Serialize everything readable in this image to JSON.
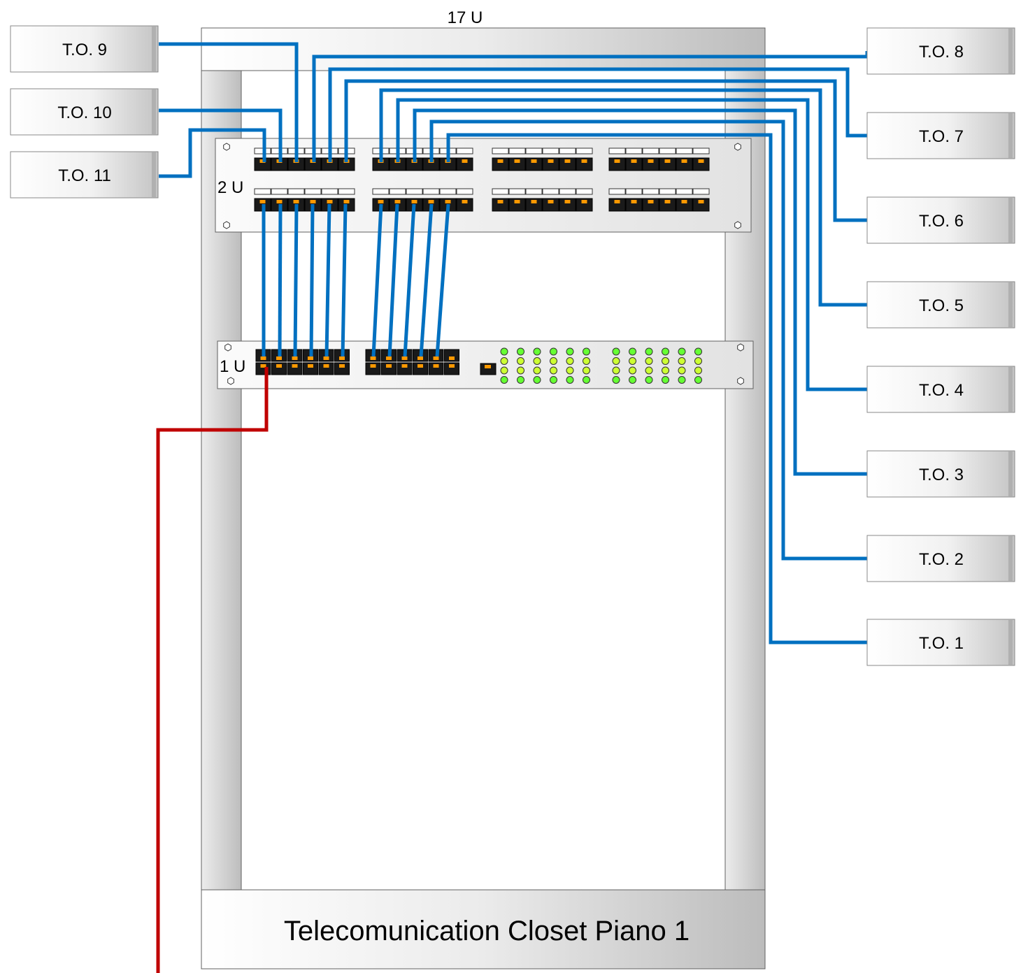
{
  "rack": {
    "units_label": "17 U",
    "title": "Telecomunication Closet Piano 1"
  },
  "patch_panel": {
    "units_label": "2 U",
    "groups_per_row": 4,
    "ports_per_group": 6,
    "rows": 2
  },
  "switch": {
    "units_label": "1 U",
    "port_groups": 2,
    "ports_per_group": 6,
    "led_banks": 2,
    "led_rows": 4,
    "led_cols": 6
  },
  "outlets": [
    {
      "id": "to-1",
      "label": "T.O. 1"
    },
    {
      "id": "to-2",
      "label": "T.O. 2"
    },
    {
      "id": "to-3",
      "label": "T.O. 3"
    },
    {
      "id": "to-4",
      "label": "T.O. 4"
    },
    {
      "id": "to-5",
      "label": "T.O. 5"
    },
    {
      "id": "to-6",
      "label": "T.O. 6"
    },
    {
      "id": "to-7",
      "label": "T.O. 7"
    },
    {
      "id": "to-8",
      "label": "T.O. 8"
    },
    {
      "id": "to-9",
      "label": "T.O. 9"
    },
    {
      "id": "to-10",
      "label": "T.O. 10"
    },
    {
      "id": "to-11",
      "label": "T.O. 11"
    }
  ],
  "colors": {
    "horizontal_cable": "#0070c0",
    "patch_cable": "#0070c0",
    "uplink_cable": "#c00000",
    "port_latch": "#ff9900",
    "led": "#66ff33",
    "led_alt": "#ccff33"
  }
}
